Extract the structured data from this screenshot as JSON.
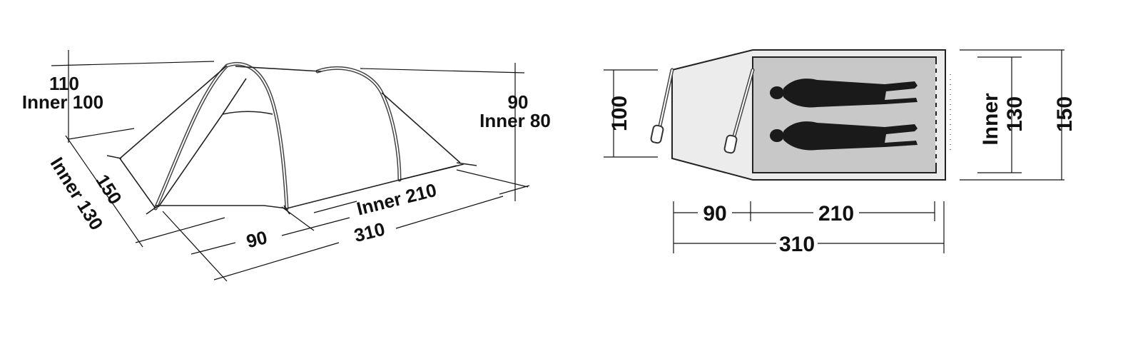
{
  "perspective_view": {
    "height_front": "110",
    "height_front_inner": "Inner 100",
    "height_rear": "90",
    "height_rear_inner": "Inner 80",
    "width": "150",
    "width_inner": "Inner 130",
    "vestibule_length": "90",
    "total_length": "310",
    "inner_length": "Inner 210"
  },
  "top_view": {
    "height_front": "100",
    "inner_width_label": "Inner",
    "inner_width": "130",
    "total_width": "150",
    "vestibule_length": "90",
    "inner_length": "210",
    "total_length": "310"
  },
  "colors": {
    "line": "#111111",
    "inner_floor": "#c8c8c8",
    "vestibule": "#ececec",
    "sleeper": "#1a1a1a"
  }
}
